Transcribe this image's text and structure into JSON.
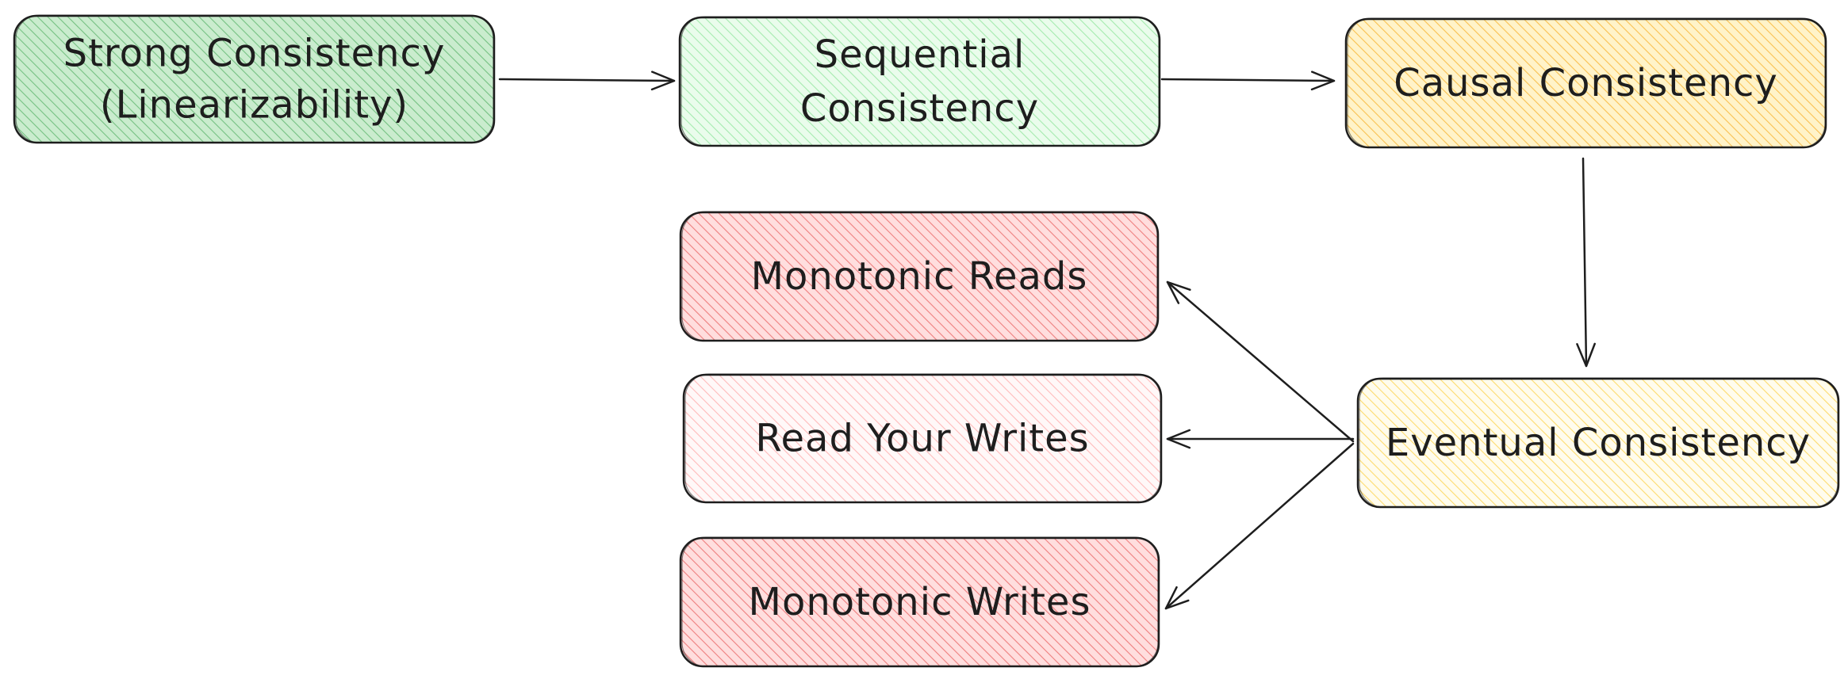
{
  "nodes": [
    {
      "id": "strong",
      "lines": [
        "Strong Consistency",
        "(Linearizability)"
      ],
      "fill": "#3fb950",
      "hatch": "#2f9e44",
      "opacity": 0.55
    },
    {
      "id": "sequential",
      "lines": [
        "Sequential",
        "Consistency"
      ],
      "fill": "#b2f2bb",
      "hatch": "#69db7c",
      "opacity": 0.55
    },
    {
      "id": "causal",
      "lines": [
        "Causal Consistency"
      ],
      "fill": "#ffd43b",
      "hatch": "#f59f00",
      "opacity": 0.6
    },
    {
      "id": "eventual",
      "lines": [
        "Eventual Consistency"
      ],
      "fill": "#fff3bf",
      "hatch": "#fcc419",
      "opacity": 0.6
    },
    {
      "id": "monotonic-reads",
      "lines": [
        "Monotonic Reads"
      ],
      "fill": "#ff8787",
      "hatch": "#e03131",
      "opacity": 0.55
    },
    {
      "id": "read-your-writes",
      "lines": [
        "Read Your Writes"
      ],
      "fill": "#ffe3e3",
      "hatch": "#ff8787",
      "opacity": 0.55
    },
    {
      "id": "monotonic-writes",
      "lines": [
        "Monotonic Writes"
      ],
      "fill": "#ff8787",
      "hatch": "#e03131",
      "opacity": 0.55
    }
  ],
  "edges": [
    {
      "from": "strong",
      "to": "sequential"
    },
    {
      "from": "sequential",
      "to": "causal"
    },
    {
      "from": "causal",
      "to": "eventual"
    },
    {
      "from": "eventual",
      "to": "monotonic-reads"
    },
    {
      "from": "eventual",
      "to": "read-your-writes"
    },
    {
      "from": "eventual",
      "to": "monotonic-writes"
    }
  ]
}
